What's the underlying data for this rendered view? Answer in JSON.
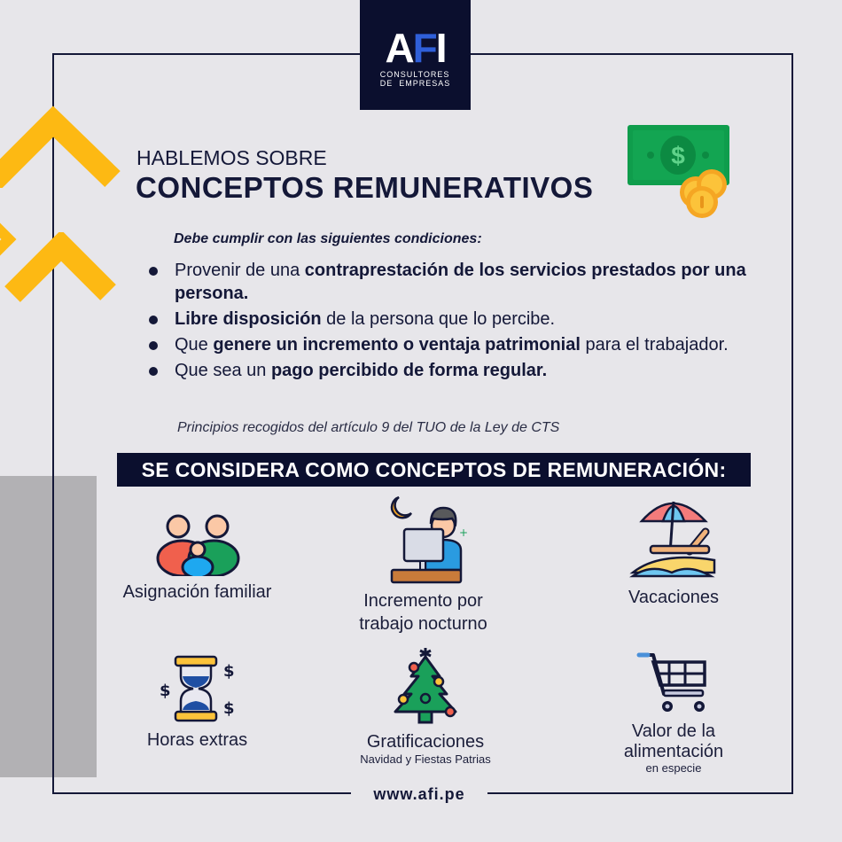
{
  "logo": {
    "mark": "AFI",
    "mark_parts": [
      "A",
      "F",
      "I"
    ],
    "subtitle_line1": "CONSULTORES",
    "subtitle_line2": "DE  EMPRESAS"
  },
  "header": {
    "kicker": "HABLEMOS SOBRE",
    "title": "CONCEPTOS REMUNERATIVOS",
    "icon": "money-bill-coins-icon"
  },
  "conditions": {
    "intro": "Debe cumplir con las siguientes condiciones:",
    "items": [
      {
        "pre": "Provenir de una ",
        "bold": "contraprestación de los servicios prestados por una persona.",
        "post": ""
      },
      {
        "pre": "",
        "bold": "Libre disposición",
        "post": " de la persona que lo percibe."
      },
      {
        "pre": "Que ",
        "bold": "genere un incremento o ventaja patrimonial",
        "post": " para el trabajador."
      },
      {
        "pre": "Que sea un ",
        "bold": "pago percibido de forma regular.",
        "post": ""
      }
    ],
    "source": "Principios recogidos del artículo 9 del TUO de la Ley de CTS"
  },
  "banner": {
    "text": "SE CONSIDERA COMO CONCEPTOS DE REMUNERACIÓN:"
  },
  "concepts": [
    {
      "label": "Asignación familiar",
      "sublabel": "",
      "icon": "family-icon"
    },
    {
      "label": "Incremento por trabajo nocturno",
      "line1": "Incremento por",
      "line2": "trabajo nocturno",
      "sublabel": "",
      "icon": "night-worker-icon"
    },
    {
      "label": "Vacaciones",
      "sublabel": "",
      "icon": "beach-umbrella-icon"
    },
    {
      "label": "Horas extras",
      "sublabel": "",
      "icon": "hourglass-money-icon"
    },
    {
      "label": "Gratificaciones",
      "sublabel": "Navidad y Fiestas Patrias",
      "icon": "christmas-tree-icon"
    },
    {
      "label": "Valor de la alimentación",
      "line1": "Valor de la",
      "line2": "alimentación",
      "sublabel": "en especie",
      "icon": "shopping-cart-icon"
    }
  ],
  "footer": {
    "url": "www.afi.pe"
  },
  "colors": {
    "background": "#e7e6ea",
    "navy": "#0b0f2e",
    "accent_yellow": "#fdb913",
    "gray_block": "#b2b1b4",
    "logo_blue": "#2f5fd9"
  }
}
